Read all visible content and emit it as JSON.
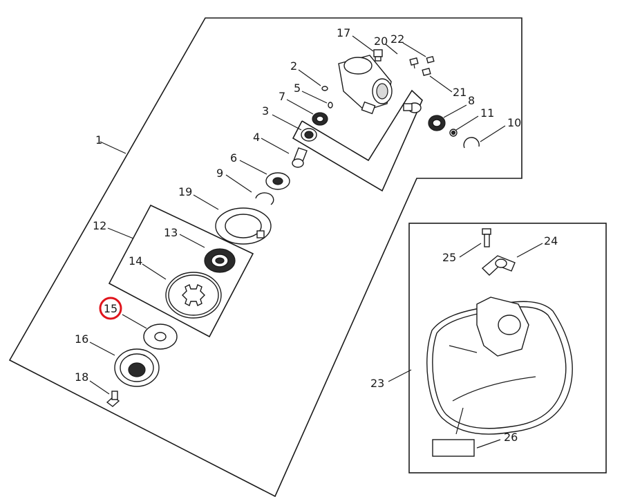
{
  "callouts": {
    "c1": "1",
    "c2": "2",
    "c3": "3",
    "c4": "4",
    "c5": "5",
    "c6": "6",
    "c7": "7",
    "c8": "8",
    "c9": "9",
    "c10": "10",
    "c11": "11",
    "c12": "12",
    "c13": "13",
    "c14": "14",
    "c15": "15",
    "c16": "16",
    "c17": "17",
    "c18": "18",
    "c19": "19",
    "c20": "20",
    "c21": "21",
    "c22": "22",
    "c23": "23",
    "c24": "24",
    "c25": "25",
    "c26": "26"
  },
  "highlighted_callout": "15",
  "colors": {
    "line": "#1a1a1a",
    "highlight_ring": "#e0141c",
    "background": "#ffffff"
  }
}
